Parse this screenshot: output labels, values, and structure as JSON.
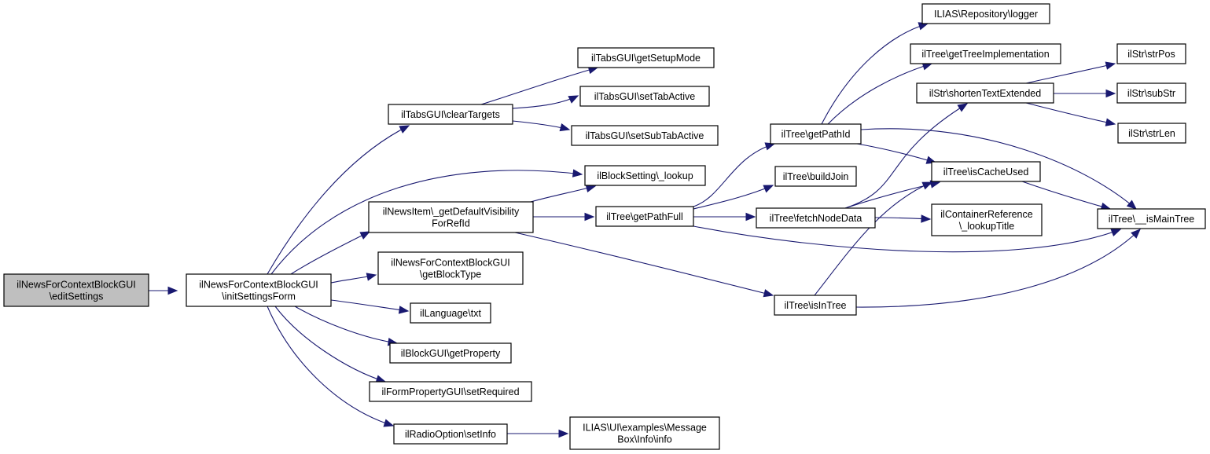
{
  "diagram": {
    "type": "call-graph",
    "colors": {
      "edge": "#191970",
      "root_fill": "#bfbfbf",
      "node_fill": "#ffffff",
      "node_border": "#000000"
    },
    "nodes": [
      {
        "id": "editSettings",
        "lines": [
          "ilNewsForContextBlockGUI",
          "\\editSettings"
        ],
        "root": true
      },
      {
        "id": "initSettingsForm",
        "lines": [
          "ilNewsForContextBlockGUI",
          "\\initSettingsForm"
        ]
      },
      {
        "id": "clearTargets",
        "lines": [
          "ilTabsGUI\\clearTargets"
        ]
      },
      {
        "id": "getSetupMode",
        "lines": [
          "ilTabsGUI\\getSetupMode"
        ]
      },
      {
        "id": "setTabActive",
        "lines": [
          "ilTabsGUI\\setTabActive"
        ]
      },
      {
        "id": "setSubTabActive",
        "lines": [
          "ilTabsGUI\\setSubTabActive"
        ]
      },
      {
        "id": "blockLookup",
        "lines": [
          "ilBlockSetting\\_lookup"
        ]
      },
      {
        "id": "getDefaultVisibility",
        "lines": [
          "ilNewsItem\\_getDefaultVisibility",
          "ForRefId"
        ]
      },
      {
        "id": "getBlockType",
        "lines": [
          "ilNewsForContextBlockGUI",
          "\\getBlockType"
        ]
      },
      {
        "id": "txt",
        "lines": [
          "ilLanguage\\txt"
        ]
      },
      {
        "id": "getProperty",
        "lines": [
          "ilBlockGUI\\getProperty"
        ]
      },
      {
        "id": "setRequired",
        "lines": [
          "ilFormPropertyGUI\\setRequired"
        ]
      },
      {
        "id": "setInfo",
        "lines": [
          "ilRadioOption\\setInfo"
        ]
      },
      {
        "id": "msgInfo",
        "lines": [
          "ILIAS\\UI\\examples\\Message",
          "Box\\Info\\info"
        ]
      },
      {
        "id": "getPathFull",
        "lines": [
          "ilTree\\getPathFull"
        ]
      },
      {
        "id": "isInTree",
        "lines": [
          "ilTree\\isInTree"
        ]
      },
      {
        "id": "getPathId",
        "lines": [
          "ilTree\\getPathId"
        ]
      },
      {
        "id": "buildJoin",
        "lines": [
          "ilTree\\buildJoin"
        ]
      },
      {
        "id": "fetchNodeData",
        "lines": [
          "ilTree\\fetchNodeData"
        ]
      },
      {
        "id": "logger",
        "lines": [
          "ILIAS\\Repository\\logger"
        ]
      },
      {
        "id": "getTreeImpl",
        "lines": [
          "ilTree\\getTreeImplementation"
        ]
      },
      {
        "id": "shortenText",
        "lines": [
          "ilStr\\shortenTextExtended"
        ]
      },
      {
        "id": "isCacheUsed",
        "lines": [
          "ilTree\\isCacheUsed"
        ]
      },
      {
        "id": "lookupTitle",
        "lines": [
          "ilContainerReference",
          "\\_lookupTitle"
        ]
      },
      {
        "id": "strPos",
        "lines": [
          "ilStr\\strPos"
        ]
      },
      {
        "id": "subStr",
        "lines": [
          "ilStr\\subStr"
        ]
      },
      {
        "id": "strLen",
        "lines": [
          "ilStr\\strLen"
        ]
      },
      {
        "id": "isMainTree",
        "lines": [
          "ilTree\\__isMainTree"
        ]
      }
    ],
    "edges": [
      [
        "editSettings",
        "initSettingsForm"
      ],
      [
        "initSettingsForm",
        "clearTargets"
      ],
      [
        "initSettingsForm",
        "blockLookup"
      ],
      [
        "initSettingsForm",
        "getDefaultVisibility"
      ],
      [
        "initSettingsForm",
        "getBlockType"
      ],
      [
        "initSettingsForm",
        "txt"
      ],
      [
        "initSettingsForm",
        "getProperty"
      ],
      [
        "initSettingsForm",
        "setRequired"
      ],
      [
        "initSettingsForm",
        "setInfo"
      ],
      [
        "clearTargets",
        "getSetupMode"
      ],
      [
        "clearTargets",
        "setTabActive"
      ],
      [
        "clearTargets",
        "setSubTabActive"
      ],
      [
        "getDefaultVisibility",
        "blockLookup"
      ],
      [
        "getDefaultVisibility",
        "getPathFull"
      ],
      [
        "getDefaultVisibility",
        "isInTree"
      ],
      [
        "setInfo",
        "msgInfo"
      ],
      [
        "getPathFull",
        "getPathId"
      ],
      [
        "getPathFull",
        "buildJoin"
      ],
      [
        "getPathFull",
        "fetchNodeData"
      ],
      [
        "getPathFull",
        "isMainTree"
      ],
      [
        "getPathId",
        "logger"
      ],
      [
        "getPathId",
        "getTreeImpl"
      ],
      [
        "getPathId",
        "isCacheUsed"
      ],
      [
        "getPathId",
        "isMainTree"
      ],
      [
        "fetchNodeData",
        "shortenText"
      ],
      [
        "fetchNodeData",
        "isCacheUsed"
      ],
      [
        "fetchNodeData",
        "lookupTitle"
      ],
      [
        "isInTree",
        "isCacheUsed"
      ],
      [
        "isInTree",
        "isMainTree"
      ],
      [
        "shortenText",
        "strPos"
      ],
      [
        "shortenText",
        "subStr"
      ],
      [
        "shortenText",
        "strLen"
      ],
      [
        "isCacheUsed",
        "isMainTree"
      ]
    ]
  }
}
